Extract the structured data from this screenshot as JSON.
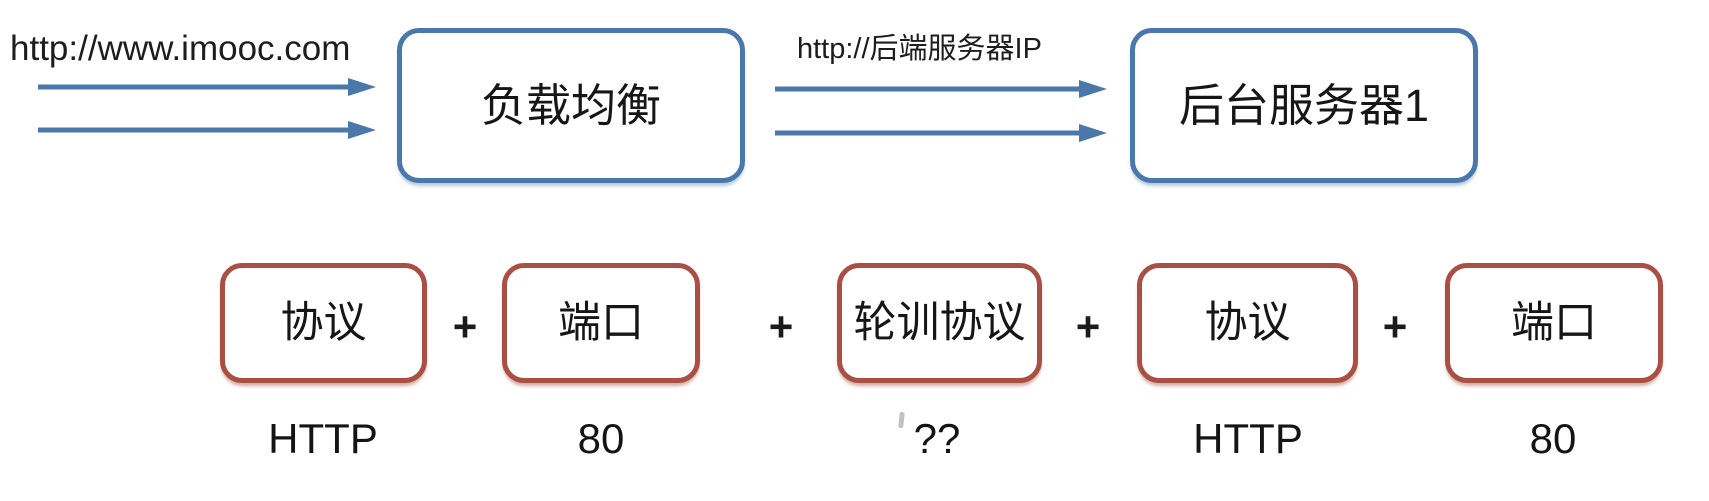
{
  "colors": {
    "flow_blue": "#4a78ab",
    "term_red": "#a94f43",
    "text_dark": "#1b1b1b"
  },
  "top_flow": {
    "client_request_url": "http://www.imooc.com",
    "load_balancer_label": "负载均衡",
    "backend_request_url": "http://后端服务器IP",
    "backend_server_label": "后台服务器1"
  },
  "formula": {
    "plus_sign": "+",
    "items": [
      {
        "term": "协议",
        "value": "HTTP"
      },
      {
        "term": "端口",
        "value": "80"
      },
      {
        "term": "轮训协议",
        "value": "??"
      },
      {
        "term": "协议",
        "value": "HTTP"
      },
      {
        "term": "端口",
        "value": "80"
      }
    ]
  }
}
